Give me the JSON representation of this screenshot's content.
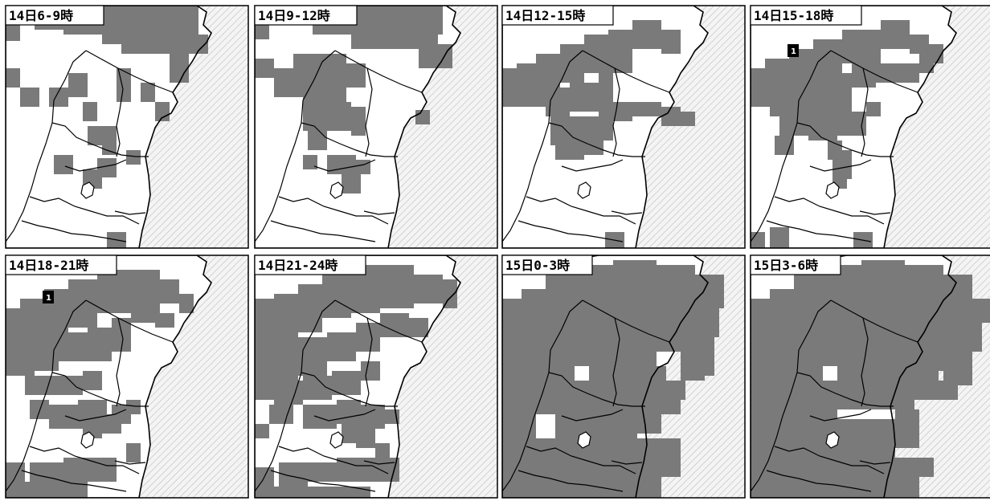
{
  "colors": {
    "shaded": "#7a7a7a",
    "land": "#ffffff",
    "sea_base": "#f4f4f4",
    "sea_hatch": "#c4c4c4",
    "border": "#000000"
  },
  "legend_level_shown": "1",
  "panels": [
    {
      "id": "p1",
      "title": "14日6-9時",
      "level_marker": ""
    },
    {
      "id": "p2",
      "title": "14日9-12時",
      "level_marker": ""
    },
    {
      "id": "p3",
      "title": "14日12-15時",
      "level_marker": ""
    },
    {
      "id": "p4",
      "title": "14日15-18時",
      "level_marker": "1"
    },
    {
      "id": "p5",
      "title": "14日18-21時",
      "level_marker": "1"
    },
    {
      "id": "p6",
      "title": "14日21-24時",
      "level_marker": ""
    },
    {
      "id": "p7",
      "title": "15日0-3時",
      "level_marker": ""
    },
    {
      "id": "p8",
      "title": "15日3-6時",
      "level_marker": ""
    }
  ]
}
